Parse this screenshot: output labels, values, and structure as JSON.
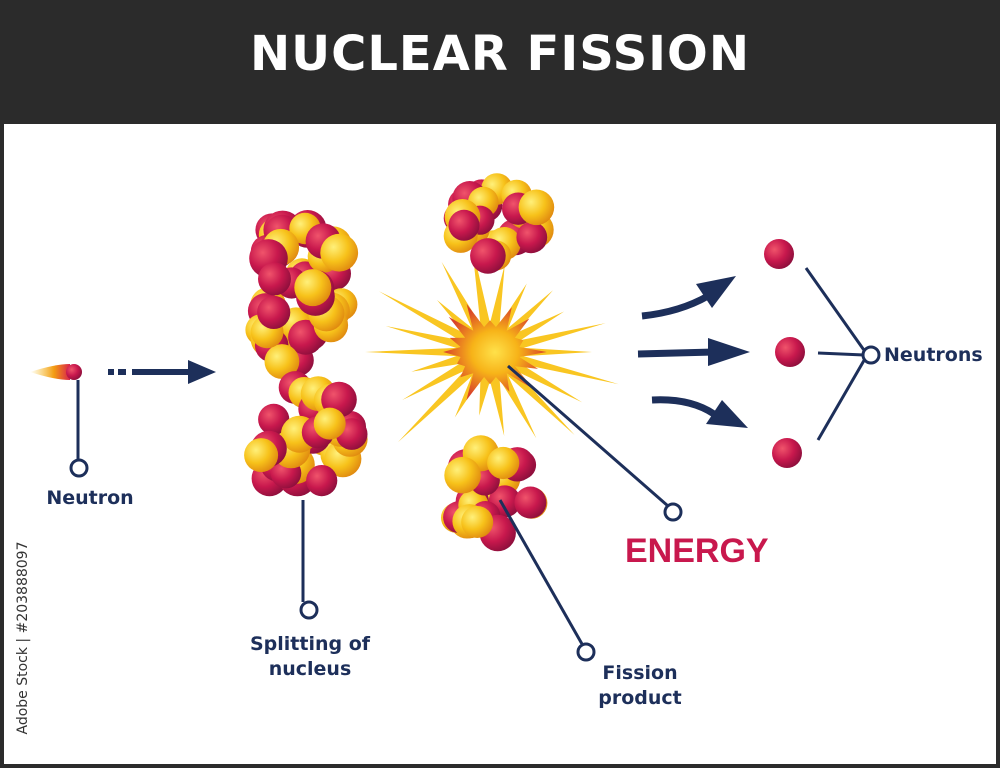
{
  "title": "NUCLEAR FISSION",
  "labels": {
    "neutron": "Neutron",
    "splitting": [
      "Splitting of",
      "nucleus"
    ],
    "fission_product": [
      "Fission",
      "product"
    ],
    "energy": "ENERGY",
    "neutrons": "Neutrons"
  },
  "watermark": "Adobe Stock | #203888097",
  "colors": {
    "header": "#2b2b2b",
    "label": "#1d2f5a",
    "energy": "#c8184d",
    "proton": "#c8184d",
    "neutron_ball": "#f7c21a"
  }
}
